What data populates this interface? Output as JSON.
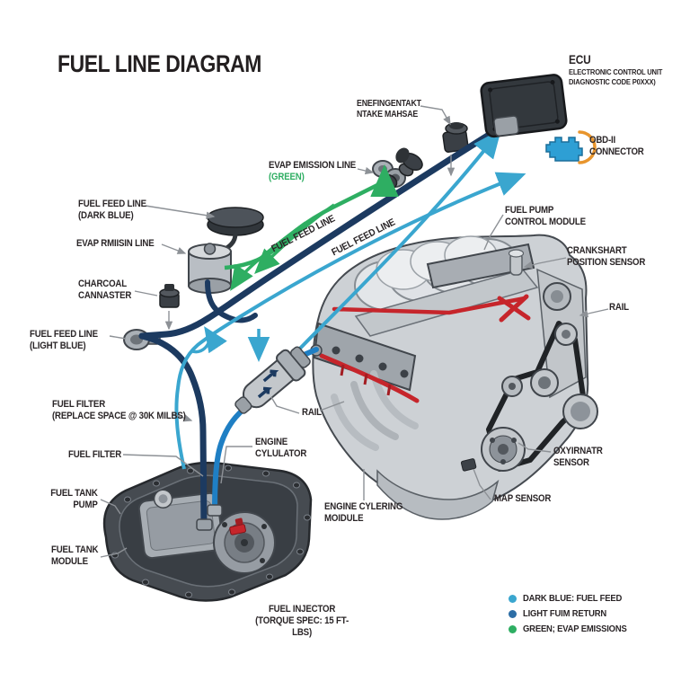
{
  "title": "FUEL LINE DIAGRAM",
  "labels": {
    "ecu_title": "ECU",
    "ecu_sub1": "ELECTRONIC CONTROL UNIT",
    "ecu_sub2": "DIAGNOSTIC CODE P0XXX)",
    "obd_line1": "OBD-II",
    "obd_line2": "CONNECTOR",
    "intake_line1": "ENEFINGENTAKT",
    "intake_line2": "NTAKE MAHSAE",
    "evap_emission_line1": "EVAP EMISSION LINE",
    "evap_emission_line2": "(GREEN)",
    "feed_dark_line1": "FUEL FEED LINE",
    "feed_dark_line2": "(DARK BLUE)",
    "evap_rmisin": "EVAP RMIISIN LINE",
    "charcoal_line1": "CHARCOAL",
    "charcoal_line2": "CANNASTER",
    "feed_light_line1": "FUEL FEED LINE",
    "feed_light_line2": "(LIGHT BLUE)",
    "fuel_filter_long_line1": "FUEL FILTER",
    "fuel_filter_long_line2": "(REPLACE SPACE @ 30K MILBS)",
    "fuel_filter_short": "FUEL FILTER",
    "tank_pump_line1": "FUEL TANK",
    "tank_pump_line2": "PUMP",
    "tank_module_line1": "FUEL TANK",
    "tank_module_line2": "MODULE",
    "injector_line1": "FUEL INJECTOR",
    "injector_line2": "(TORQUE SPEC: 15 FT-LBS)",
    "engine_cyl_line1": "ENGINE",
    "engine_cyl_line2": "CYLULATOR",
    "rail_center": "RAIL",
    "rail_right": "RAIL",
    "engine_cylering_line1": "ENGINE CYLERING",
    "engine_cylering_line2": "MOIDULE",
    "map_sensor": "MAP SENSOR",
    "oxy_line1": "OXYIRNATR",
    "oxy_line2": "SENSOR",
    "crank_line1": "CRANKSHART",
    "crank_line2": "POSITION SENSOR",
    "fpcm_line1": "FUEL PUMP",
    "fpcm_line2": "CONTROL MODULE",
    "flow_label_green": "FUEL FEED LINE",
    "flow_label_navy": "FUEL FEED LINE"
  },
  "legend": {
    "items": [
      {
        "color": "#3aa6cf",
        "text": "DARK BLUE: FUEL FEED"
      },
      {
        "color": "#2d6ea6",
        "text": "LIGHT FUIM RETURN"
      },
      {
        "color": "#2eae62",
        "text": "GREEN; EVAP EMISSIONS"
      }
    ]
  },
  "colors": {
    "fuel_feed_dark_blue": "#1c3a60",
    "fuel_return_light_blue": "#3aa6cf",
    "tank_line_bright_blue": "#1f7fc4",
    "evap_green": "#2eae62",
    "rail_red": "#c6252b",
    "leader_gray": "#8d9196",
    "text": "#2a2527",
    "obd_icon_blue": "#2e9fd4",
    "obd_arc_orange": "#e8952d"
  }
}
